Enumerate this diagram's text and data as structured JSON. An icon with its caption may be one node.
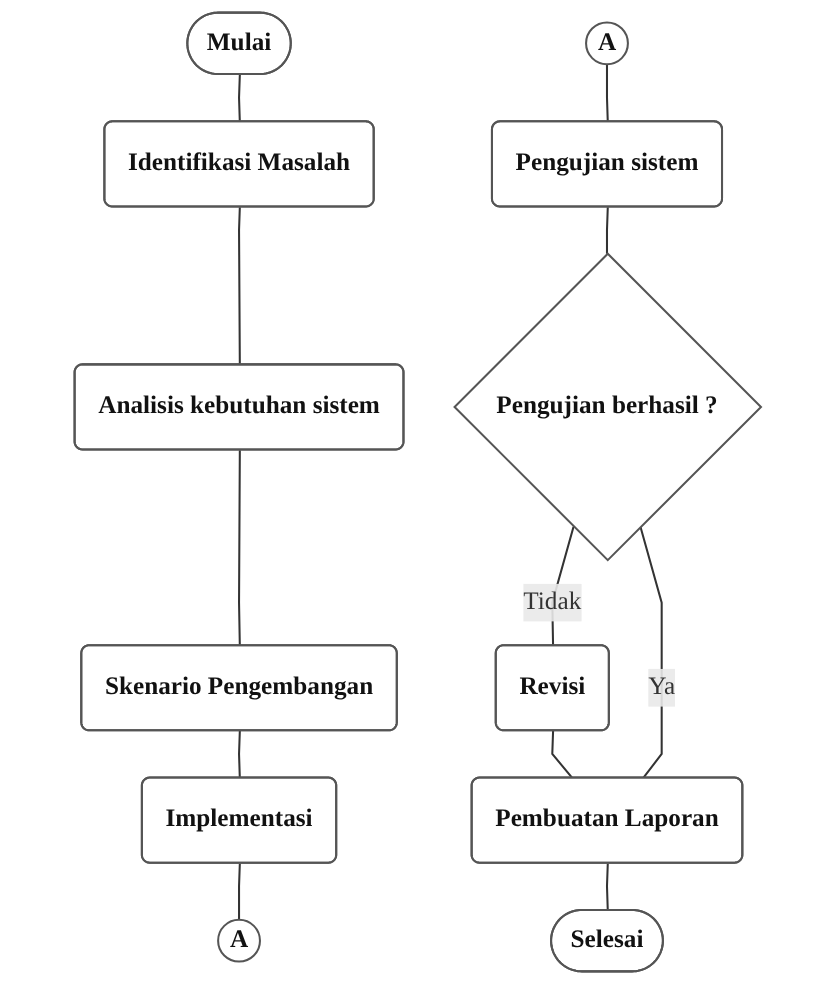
{
  "diagram": {
    "nodes": [
      {
        "text": [
          "Mulai"
        ]
      },
      {
        "text": [
          "Identifikasi Masalah"
        ]
      },
      {
        "text": [
          "Analisis kebutuhan sistem"
        ]
      },
      {
        "text": [
          "Skenario Pengembangan"
        ]
      },
      {
        "text": [
          "Implementasi"
        ]
      },
      {
        "text": [
          "A"
        ]
      },
      {
        "text": [
          "A"
        ]
      },
      {
        "text": [
          "Pengujian sistem"
        ]
      },
      {
        "text": [
          "Pengujian berhasil ?"
        ]
      },
      {
        "text": [
          "Revisi"
        ]
      },
      {
        "text": [
          "Pembuatan Laporan"
        ]
      },
      {
        "text": [
          "Selesai"
        ]
      }
    ],
    "edges": [
      {
        "from": 0,
        "to": 1,
        "arrow": "none"
      },
      {
        "from": 1,
        "to": 2,
        "arrow": "none"
      },
      {
        "from": 2,
        "to": 3,
        "arrow": "none"
      },
      {
        "from": 3,
        "to": 4,
        "arrow": "none"
      },
      {
        "from": 4,
        "to": 5,
        "arrow": "none"
      },
      {
        "from": 6,
        "to": 7,
        "arrow": "none"
      },
      {
        "from": 7,
        "to": 8,
        "arrow": "none"
      },
      {
        "from": 8,
        "to": 9,
        "arrow": "none",
        "label": "Tidak"
      },
      {
        "from": 9,
        "to": 10,
        "arrow": "none"
      },
      {
        "from": 8,
        "to": 10,
        "arrow": "none",
        "label": "Ya"
      },
      {
        "from": 10,
        "to": 11,
        "arrow": "none"
      }
    ]
  }
}
